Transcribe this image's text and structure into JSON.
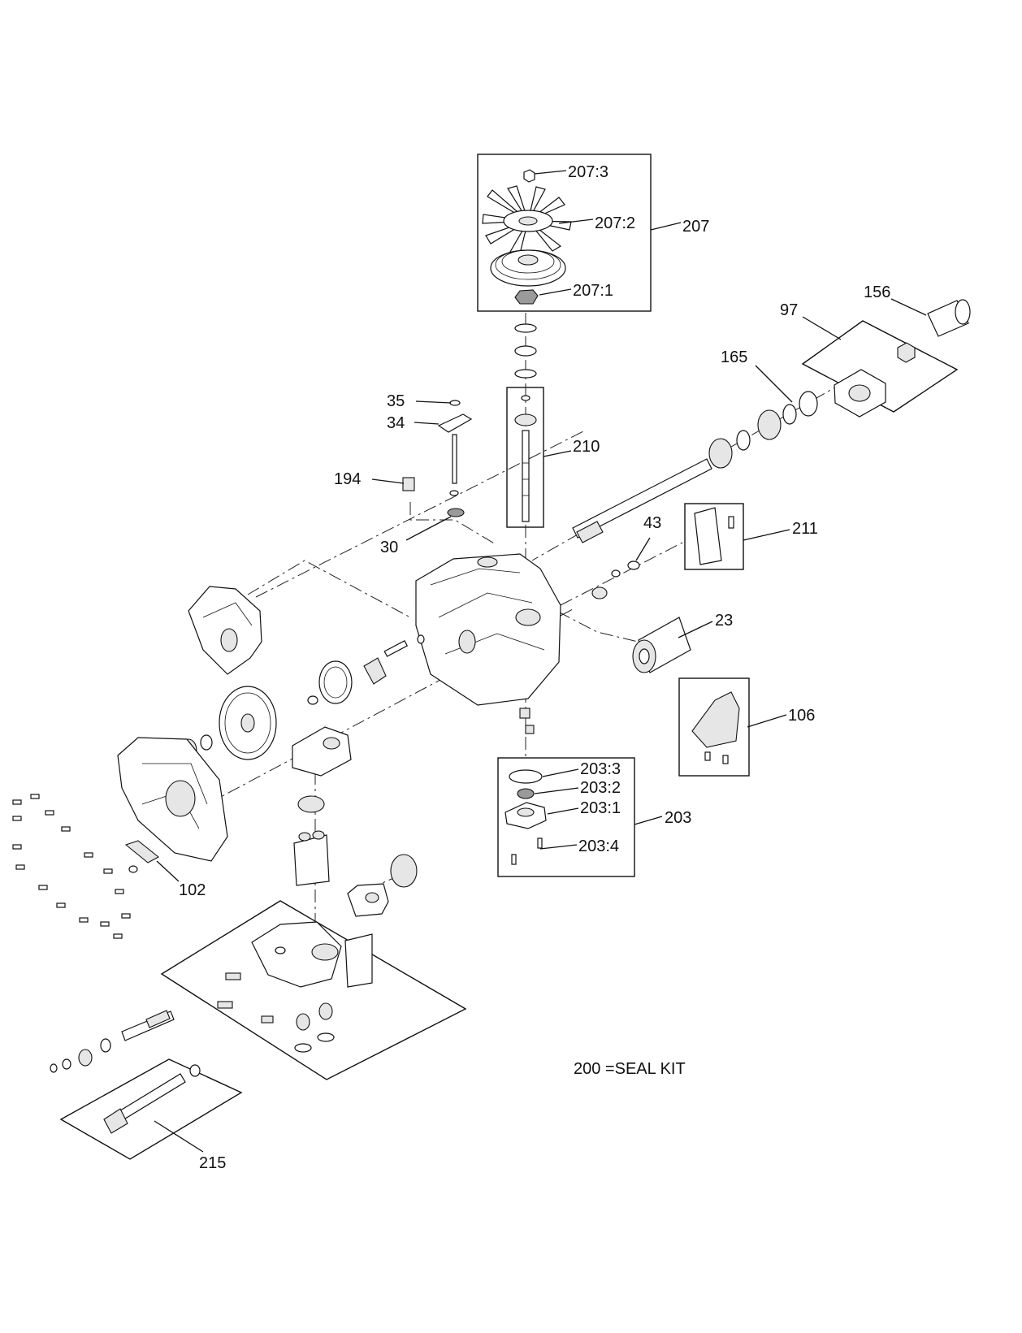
{
  "diagram": {
    "callouts": [
      {
        "id": "207:3",
        "text": "207:3"
      },
      {
        "id": "207:2",
        "text": "207:2"
      },
      {
        "id": "207",
        "text": "207"
      },
      {
        "id": "207:1",
        "text": "207:1"
      },
      {
        "id": "156",
        "text": "156"
      },
      {
        "id": "97",
        "text": "97"
      },
      {
        "id": "165",
        "text": "165"
      },
      {
        "id": "35",
        "text": "35"
      },
      {
        "id": "34",
        "text": "34"
      },
      {
        "id": "210",
        "text": "210"
      },
      {
        "id": "194",
        "text": "194"
      },
      {
        "id": "43",
        "text": "43"
      },
      {
        "id": "211",
        "text": "211"
      },
      {
        "id": "30",
        "text": "30"
      },
      {
        "id": "23",
        "text": "23"
      },
      {
        "id": "106",
        "text": "106"
      },
      {
        "id": "203:3",
        "text": "203:3"
      },
      {
        "id": "203:2",
        "text": "203:2"
      },
      {
        "id": "203:1",
        "text": "203:1"
      },
      {
        "id": "203",
        "text": "203"
      },
      {
        "id": "203:4",
        "text": "203:4"
      },
      {
        "id": "102",
        "text": "102"
      },
      {
        "id": "215",
        "text": "215"
      }
    ],
    "note": "200 =SEAL KIT"
  }
}
